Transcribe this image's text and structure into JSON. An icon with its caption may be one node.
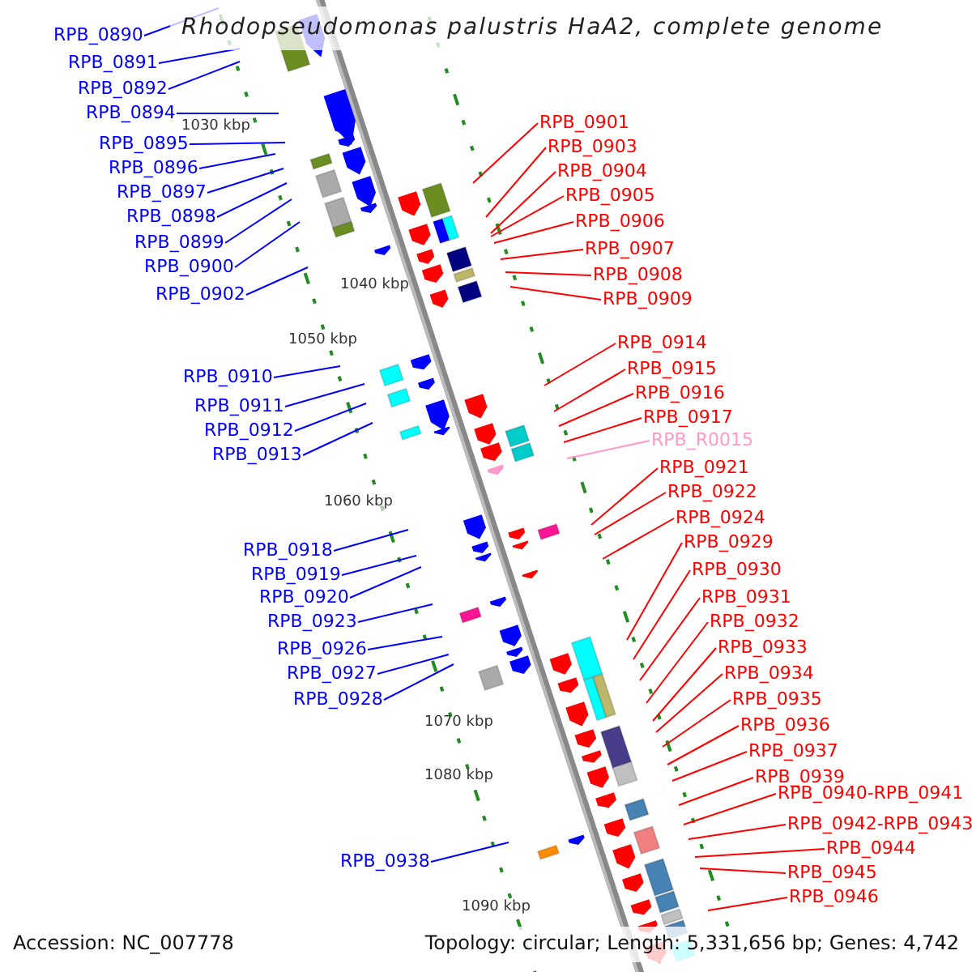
{
  "diagram": {
    "title": "Rhodopseudomonas palustris HaA2, complete genome",
    "nodes": [
      {
        "text": [
          "RPB_0890"
        ]
      },
      {
        "text": [
          "RPB_0891"
        ]
      },
      {
        "text": [
          "RPB_0892"
        ]
      },
      {
        "text": [
          "RPB_0894"
        ]
      },
      {
        "text": [
          "RPB_0895"
        ]
      },
      {
        "text": [
          "RPB_0896"
        ]
      },
      {
        "text": [
          "RPB_0897"
        ]
      },
      {
        "text": [
          "RPB_0898"
        ]
      },
      {
        "text": [
          "RPB_0899"
        ]
      },
      {
        "text": [
          "RPB_0900"
        ]
      },
      {
        "text": [
          "RPB_0902"
        ]
      },
      {
        "text": [
          "RPB_0910"
        ]
      },
      {
        "text": [
          "RPB_0911"
        ]
      },
      {
        "text": [
          "RPB_0912"
        ]
      },
      {
        "text": [
          "RPB_0913"
        ]
      },
      {
        "text": [
          "RPB_0918"
        ]
      },
      {
        "text": [
          "RPB_0919"
        ]
      },
      {
        "text": [
          "RPB_0920"
        ]
      },
      {
        "text": [
          "RPB_0923"
        ]
      },
      {
        "text": [
          "RPB_0926"
        ]
      },
      {
        "text": [
          "RPB_0927"
        ]
      },
      {
        "text": [
          "RPB_0928"
        ]
      },
      {
        "text": [
          "RPB_0938"
        ]
      },
      {
        "text": [
          "RPB_0901"
        ]
      },
      {
        "text": [
          "RPB_0903"
        ]
      },
      {
        "text": [
          "RPB_0904"
        ]
      },
      {
        "text": [
          "RPB_0905"
        ]
      },
      {
        "text": [
          "RPB_0906"
        ]
      },
      {
        "text": [
          "RPB_0907"
        ]
      },
      {
        "text": [
          "RPB_0908"
        ]
      },
      {
        "text": [
          "RPB_0909"
        ]
      },
      {
        "text": [
          "RPB_0914"
        ]
      },
      {
        "text": [
          "RPB_0915"
        ]
      },
      {
        "text": [
          "RPB_0916"
        ]
      },
      {
        "text": [
          "RPB_0917"
        ]
      },
      {
        "text": [
          "RPB_R0015"
        ]
      },
      {
        "text": [
          "RPB_0921"
        ]
      },
      {
        "text": [
          "RPB_0922"
        ]
      },
      {
        "text": [
          "RPB_0924"
        ]
      },
      {
        "text": [
          "RPB_0929"
        ]
      },
      {
        "text": [
          "RPB_0930"
        ]
      },
      {
        "text": [
          "RPB_0931"
        ]
      },
      {
        "text": [
          "RPB_0932"
        ]
      },
      {
        "text": [
          "RPB_0933"
        ]
      },
      {
        "text": [
          "RPB_0934"
        ]
      },
      {
        "text": [
          "RPB_0935"
        ]
      },
      {
        "text": [
          "RPB_0936"
        ]
      },
      {
        "text": [
          "RPB_0937"
        ]
      },
      {
        "text": [
          "RPB_0939"
        ]
      },
      {
        "text": [
          "RPB_0940-RPB_0941"
        ]
      },
      {
        "text": [
          "RPB_0942-RPB_0943"
        ]
      },
      {
        "text": [
          "RPB_0944"
        ]
      },
      {
        "text": [
          "RPB_0945"
        ]
      },
      {
        "text": [
          "RPB_0946"
        ]
      }
    ],
    "edges": [
      {
        "from": 0,
        "to": null,
        "arrow": "none",
        "color": "#0000ff"
      },
      {
        "from": 1,
        "to": null,
        "arrow": "none",
        "color": "#0000ff"
      },
      {
        "from": 2,
        "to": null,
        "arrow": "none",
        "color": "#0000ff"
      },
      {
        "from": 3,
        "to": null,
        "arrow": "none",
        "color": "#0000ff"
      },
      {
        "from": 4,
        "to": null,
        "arrow": "none",
        "color": "#0000ff"
      },
      {
        "from": 5,
        "to": null,
        "arrow": "none",
        "color": "#0000ff"
      },
      {
        "from": 6,
        "to": null,
        "arrow": "none",
        "color": "#0000ff"
      },
      {
        "from": 7,
        "to": null,
        "arrow": "none",
        "color": "#0000ff"
      },
      {
        "from": 8,
        "to": null,
        "arrow": "none",
        "color": "#0000ff"
      },
      {
        "from": 9,
        "to": null,
        "arrow": "none",
        "color": "#0000ff"
      },
      {
        "from": 10,
        "to": null,
        "arrow": "none",
        "color": "#0000ff"
      },
      {
        "from": 11,
        "to": null,
        "arrow": "none",
        "color": "#0000ff"
      },
      {
        "from": 12,
        "to": null,
        "arrow": "none",
        "color": "#0000ff"
      },
      {
        "from": 13,
        "to": null,
        "arrow": "none",
        "color": "#0000ff"
      },
      {
        "from": 14,
        "to": null,
        "arrow": "none",
        "color": "#0000ff"
      },
      {
        "from": 15,
        "to": null,
        "arrow": "none",
        "color": "#0000ff"
      },
      {
        "from": 16,
        "to": null,
        "arrow": "none",
        "color": "#0000ff"
      },
      {
        "from": 17,
        "to": null,
        "arrow": "none",
        "color": "#0000ff"
      },
      {
        "from": 18,
        "to": null,
        "arrow": "none",
        "color": "#0000ff"
      },
      {
        "from": 19,
        "to": null,
        "arrow": "none",
        "color": "#0000ff"
      },
      {
        "from": 20,
        "to": null,
        "arrow": "none",
        "color": "#0000ff"
      },
      {
        "from": 21,
        "to": null,
        "arrow": "none",
        "color": "#0000ff"
      },
      {
        "from": 22,
        "to": null,
        "arrow": "none",
        "color": "#0000ff"
      },
      {
        "from": 23,
        "to": null,
        "arrow": "none"
      },
      {
        "from": 24,
        "to": null,
        "arrow": "none"
      },
      {
        "from": 25,
        "to": null,
        "arrow": "none"
      },
      {
        "from": 26,
        "to": null,
        "arrow": "none"
      },
      {
        "from": 27,
        "to": null,
        "arrow": "none"
      },
      {
        "from": 28,
        "to": null,
        "arrow": "none"
      },
      {
        "from": 29,
        "to": null,
        "arrow": "none"
      },
      {
        "from": 30,
        "to": null,
        "arrow": "none"
      },
      {
        "from": 31,
        "to": null,
        "arrow": "none"
      },
      {
        "from": 32,
        "to": null,
        "arrow": "none"
      },
      {
        "from": 33,
        "to": null,
        "arrow": "none"
      },
      {
        "from": 34,
        "to": null,
        "arrow": "none"
      },
      {
        "from": 35,
        "to": null,
        "arrow": "none",
        "color": "#ff99cc"
      },
      {
        "from": 36,
        "to": null,
        "arrow": "none"
      },
      {
        "from": 37,
        "to": null,
        "arrow": "none"
      },
      {
        "from": 38,
        "to": null,
        "arrow": "none"
      },
      {
        "from": 39,
        "to": null,
        "arrow": "none"
      },
      {
        "from": 40,
        "to": null,
        "arrow": "none"
      },
      {
        "from": 41,
        "to": null,
        "arrow": "none"
      },
      {
        "from": 42,
        "to": null,
        "arrow": "none"
      },
      {
        "from": 43,
        "to": null,
        "arrow": "none"
      },
      {
        "from": 44,
        "to": null,
        "arrow": "none"
      },
      {
        "from": 45,
        "to": null,
        "arrow": "none"
      },
      {
        "from": 46,
        "to": null,
        "arrow": "none"
      },
      {
        "from": 47,
        "to": null,
        "arrow": "none"
      },
      {
        "from": 48,
        "to": null,
        "arrow": "none"
      },
      {
        "from": 49,
        "to": null,
        "arrow": "none"
      },
      {
        "from": 50,
        "to": null,
        "arrow": "none"
      },
      {
        "from": 51,
        "to": null,
        "arrow": "none"
      },
      {
        "from": 52,
        "to": null,
        "arrow": "none"
      },
      {
        "from": 53,
        "to": null,
        "arrow": "none"
      }
    ],
    "labels": [
      "1030 kbp",
      "1040 kbp",
      "1050 kbp",
      "1060 kbp",
      "1070 kbp",
      "1080 kbp",
      "1090 kbp",
      "Accession: NC_007778",
      "Topology: circular; Length: 5,331,656 bp; Genes: 4,742"
    ]
  }
}
